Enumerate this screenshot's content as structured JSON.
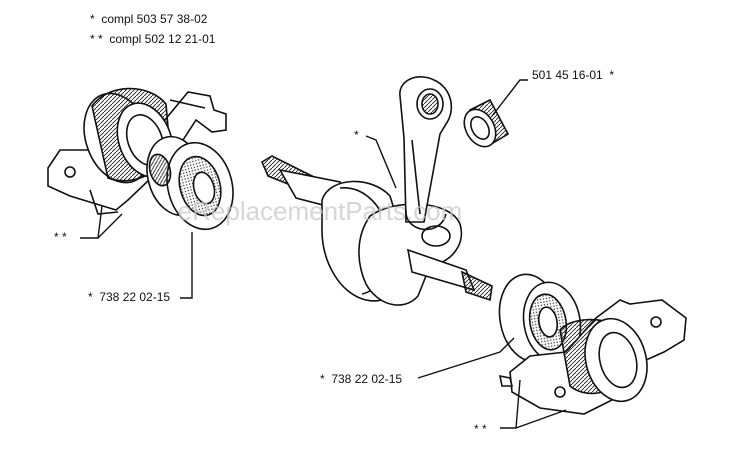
{
  "legend": {
    "line1": "*  compl 503 57 38-02",
    "line2": "* *  compl 502 12 21-01"
  },
  "callouts": {
    "needle_bearing": "501 45 16-01  *",
    "crankshaft_star": "*",
    "left_bearing": "*  738 22 02-15",
    "right_bearing": "*  738 22 02-15",
    "left_housing": "* *",
    "right_housing": "* *"
  },
  "watermark": "eReplacementParts.com"
}
